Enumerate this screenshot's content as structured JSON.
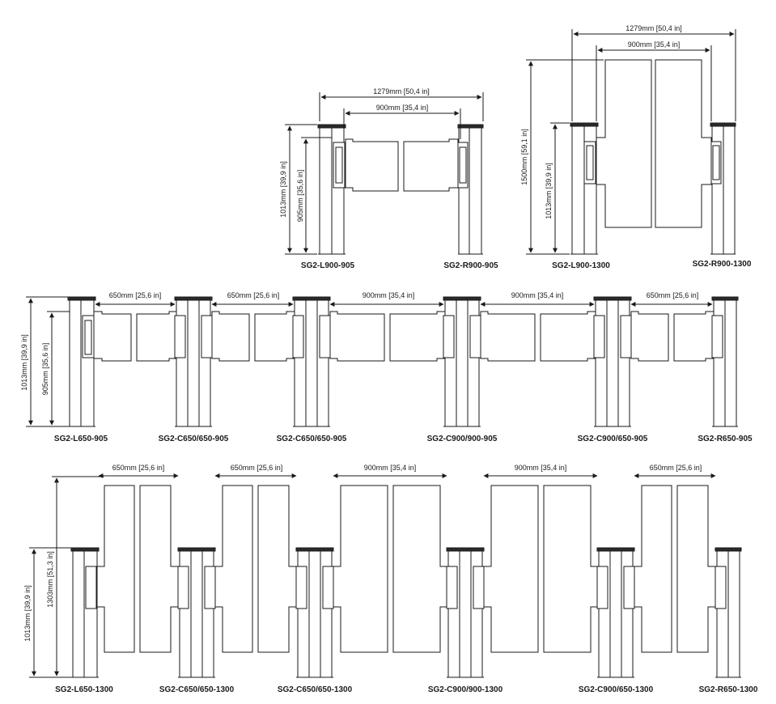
{
  "dimensions": {
    "w1279": "1279mm [50,4 in]",
    "w900": "900mm [35,4 in]",
    "w650": "650mm [25,6 in]",
    "h1013": "1013mm [39,9 in]",
    "h905": "905mm [35,6 in]",
    "h1500": "1500mm [59,1 in]",
    "h1303": "1303mm [51,3 in]"
  },
  "models": {
    "top_905": [
      "SG2-L900-905",
      "SG2-R900-905"
    ],
    "top_1300": [
      "SG2-L900-1300",
      "SG2-R900-1300"
    ],
    "row_905": [
      "SG2-L650-905",
      "SG2-C650/650-905",
      "SG2-C650/650-905",
      "SG2-C900/900-905",
      "SG2-C900/650-905",
      "SG2-R650-905"
    ],
    "row_1300": [
      "SG2-L650-1300",
      "SG2-C650/650-1300",
      "SG2-C650/650-1300",
      "SG2-C900/900-1300",
      "SG2-C900/650-1300",
      "SG2-R650-1300"
    ]
  },
  "colors": {
    "line": "#1a1a1a",
    "cap": "#2a2a2a",
    "background": "#ffffff"
  }
}
